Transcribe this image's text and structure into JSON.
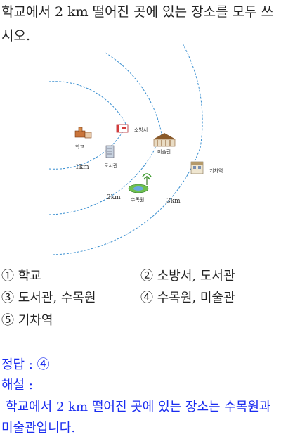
{
  "question": "학교에서 2 km 떨어진 곳에 있는 장소를 모두 쓰시오.",
  "map": {
    "places": {
      "school": "학교",
      "fire_station": "소방서",
      "library": "도서관",
      "museum": "미술관",
      "arboretum": "수목원",
      "train_station": "기차역"
    },
    "distances": {
      "one": "1km",
      "two": "2km",
      "three": "3km"
    },
    "circle_color": "#3a8fd0"
  },
  "options": [
    {
      "mark": "①",
      "text": "학교"
    },
    {
      "mark": "②",
      "text": "소방서,  도서관"
    },
    {
      "mark": "③",
      "text": "도서관,  수목원"
    },
    {
      "mark": "④",
      "text": "수목원,  미술관"
    },
    {
      "mark": "⑤",
      "text": "기차역"
    }
  ],
  "answer": {
    "label": "정답 :",
    "value": "④"
  },
  "explanation": {
    "label": "해설 :",
    "text": "학교에서 2 km 떨어진 곳에 있는 장소는 수목원과 미술관입니다."
  }
}
